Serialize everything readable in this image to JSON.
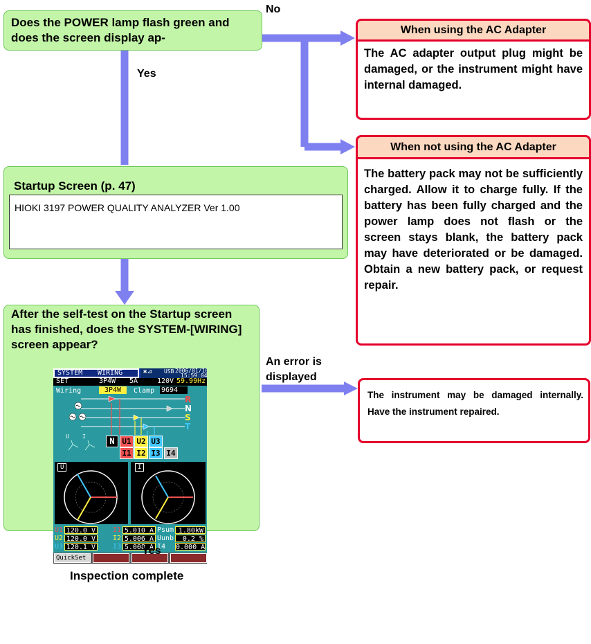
{
  "labels": {
    "no": "No",
    "yes": "Yes",
    "yes2": "Yes",
    "error": "An error is displayed"
  },
  "q1": {
    "text": "Does the POWER  lamp flash green and does the screen display ap-"
  },
  "ac_adapter": {
    "header": "When using the AC Adapter",
    "body": "The AC adapter output plug might be damaged, or the instrument might have internal damaged."
  },
  "no_adapter": {
    "header": "When not using the AC Adapter",
    "body": "The battery pack may not be sufficiently charged. Allow it to charge fully. If the battery has been fully charged and the power lamp does not flash or the screen stays blank, the battery pack may have deteriorated or be damaged. Obtain a new battery pack, or request repair."
  },
  "startup": {
    "title": "Startup Screen (p. 47)",
    "screen_text": "HIOKI 3197 POWER QUALITY ANALYZER  Ver 1.00"
  },
  "q2": {
    "text": "After the self-test on the Startup screen has finished, does the SYSTEM-[WIRING] screen appear?"
  },
  "error_box": {
    "text": "The instrument may be damaged internally. Have the instrument repaired."
  },
  "final": {
    "text": "Inspection complete"
  },
  "instrument": {
    "tab_system": "SYSTEM",
    "tab_wiring": "WIRING",
    "status_usb": "USB",
    "date": "2006/01/16",
    "time": "15:59:04",
    "row1_a": "SET",
    "row1_b": "3P4W",
    "row1_c": "5A",
    "row1_d": "120V",
    "row1_freq": "59.99Hz",
    "wiring_label": "Wiring",
    "wiring_value": "3P4W",
    "clamp_label": "Clamp",
    "clamp_value": "9694",
    "phase_r": "R",
    "phase_n": "N",
    "phase_s": "S",
    "phase_t": "T",
    "t_n": "N",
    "t_u1": "U1",
    "t_u2": "U2",
    "t_u3": "U3",
    "t_i1": "I1",
    "t_i2": "I2",
    "t_i3": "I3",
    "t_i4": "I4",
    "ui_u": "U",
    "ui_i": "I",
    "panel_u": "U",
    "panel_i": "I",
    "m": [
      {
        "l1": "U1",
        "v1": "120.0 V",
        "l2": "I1",
        "v2": "5.010 A",
        "l3": "Psum",
        "v3": "1.80kW"
      },
      {
        "l1": "U2",
        "v1": "120.0 V",
        "l2": "I2",
        "v2": "5.006 A",
        "l3": "Uunb",
        "v3": "0.2 %"
      },
      {
        "l1": "U3",
        "v1": "120.1 V",
        "l2": "I3",
        "v2": "5.008 A",
        "l3": "I4",
        "v3": "0.000 A"
      }
    ],
    "quickset": "QuickSet",
    "colors": {
      "r": "#f05050",
      "s": "#ffef40",
      "t": "#40c8ff",
      "screen": "#2b9aa0",
      "panel": "#000000"
    }
  }
}
